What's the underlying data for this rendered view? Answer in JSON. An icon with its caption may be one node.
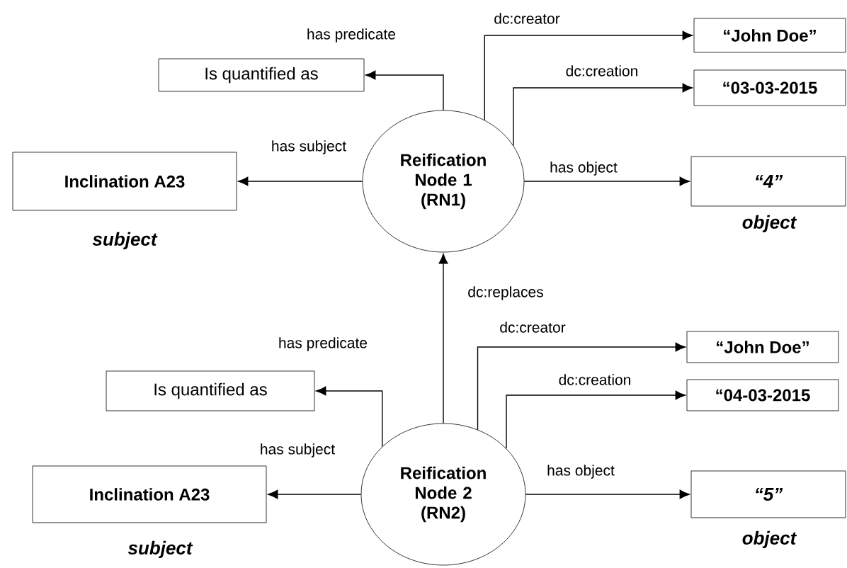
{
  "diagram": {
    "nodes": [
      {
        "text": [
          "Reification Node 1 (RN1)"
        ]
      },
      {
        "text": [
          "Is quantified as"
        ]
      },
      {
        "text": [
          "Inclination A23"
        ],
        "beside": [
          "subject"
        ]
      },
      {
        "text": [
          "“John Doe”"
        ]
      },
      {
        "text": [
          "“03-03-2015"
        ]
      },
      {
        "text": [
          "“4”"
        ],
        "beside": [
          "object"
        ]
      },
      {
        "text": [
          "Reification Node 2 (RN2)"
        ]
      },
      {
        "text": [
          "Is quantified as"
        ]
      },
      {
        "text": [
          "Inclination A23"
        ],
        "beside": [
          "subject"
        ]
      },
      {
        "text": [
          "“John Doe”"
        ]
      },
      {
        "text": [
          "“04-03-2015"
        ]
      },
      {
        "text": [
          "“5”"
        ],
        "beside": [
          "object"
        ]
      }
    ],
    "edges": [
      {
        "from": 0,
        "to": 1,
        "arrow": "to",
        "label": "has predicate"
      },
      {
        "from": 0,
        "to": 2,
        "arrow": "to",
        "label": "has subject"
      },
      {
        "from": 0,
        "to": 3,
        "arrow": "to",
        "label": "dc:creator"
      },
      {
        "from": 0,
        "to": 4,
        "arrow": "to",
        "label": "dc:creation"
      },
      {
        "from": 0,
        "to": 5,
        "arrow": "to",
        "label": "has object"
      },
      {
        "from": 6,
        "to": 0,
        "arrow": "to",
        "label": "dc:replaces"
      },
      {
        "from": 6,
        "to": 7,
        "arrow": "to",
        "label": "has predicate"
      },
      {
        "from": 6,
        "to": 8,
        "arrow": "to",
        "label": "has subject"
      },
      {
        "from": 6,
        "to": 9,
        "arrow": "to",
        "label": "dc:creator"
      },
      {
        "from": 6,
        "to": 10,
        "arrow": "to",
        "label": "dc:creation"
      },
      {
        "from": 6,
        "to": 11,
        "arrow": "to",
        "label": "has object"
      }
    ]
  }
}
